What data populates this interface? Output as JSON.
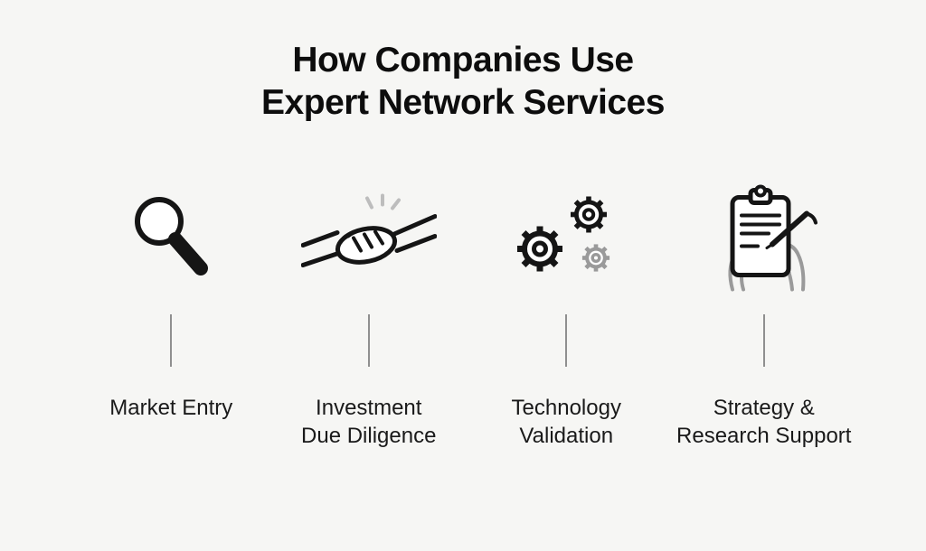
{
  "title": {
    "line1": "How Companies Use",
    "line2": "Expert Network Services"
  },
  "items": [
    {
      "icon": "magnifier-icon",
      "label_line1": "Market Entry",
      "label_line2": ""
    },
    {
      "icon": "handshake-icon",
      "label_line1": "Investment",
      "label_line2": "Due Diligence"
    },
    {
      "icon": "gears-icon",
      "label_line1": "Technology",
      "label_line2": "Validation"
    },
    {
      "icon": "clipboard-icon",
      "label_line1": "Strategy &",
      "label_line2": "Research Support"
    }
  ],
  "colors": {
    "background": "#f6f6f4",
    "title_text": "#0d0d0d",
    "label_text": "#1a1a1a",
    "icon_primary": "#151515",
    "icon_secondary": "#9a9a9a",
    "connector": "#8f8f8f"
  }
}
